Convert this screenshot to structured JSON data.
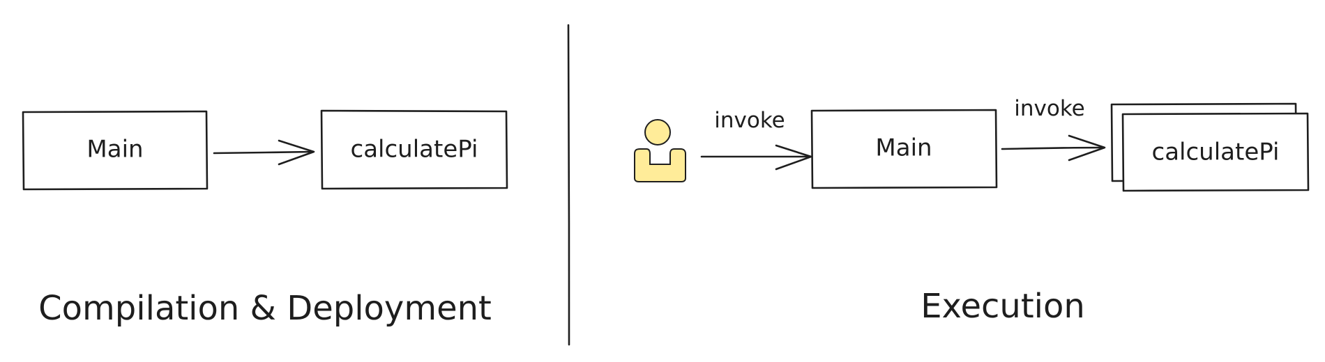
{
  "colors": {
    "stroke": "#1e1e1e",
    "background": "#ffffff",
    "actor_fill": "#ffec99"
  },
  "left_section": {
    "title": "Compilation & Deployment",
    "nodes": {
      "main": "Main",
      "calculate_pi": "calculatePi"
    }
  },
  "right_section": {
    "title": "Execution",
    "actor_icon": "user-icon",
    "nodes": {
      "main": "Main",
      "calculate_pi": "calculatePi"
    },
    "edges": {
      "user_to_main": "invoke",
      "main_to_calculate_pi": "invoke"
    }
  }
}
